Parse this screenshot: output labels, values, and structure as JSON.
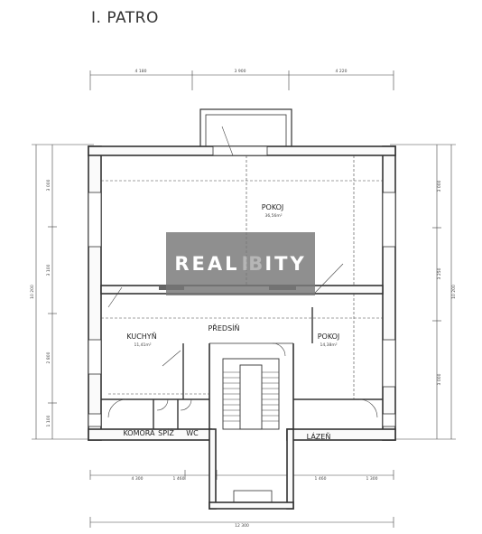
{
  "title": "I. PATRO",
  "watermark": {
    "left": "REAL",
    "mid": "IB",
    "right": "ITY"
  },
  "rooms": {
    "pokoj_top": {
      "name": "POKOJ",
      "area": "36,56m²"
    },
    "kuchyn": {
      "name": "KUCHYŇ",
      "area": "11,41m²"
    },
    "predsin": {
      "name": "PŘEDSÍŇ"
    },
    "pokoj_right": {
      "name": "POKOJ",
      "area": "14,38m²"
    },
    "komora": {
      "name": "KOMORA"
    },
    "spiz": {
      "name": "SPÍŽ"
    },
    "wc": {
      "name": "WC"
    },
    "lazen": {
      "name": "LÁZEŇ"
    }
  },
  "dimensions": {
    "top": [
      "4 180",
      "3 900",
      "4 220"
    ],
    "bottom_segments": [
      "4 300",
      "1 460",
      "1 460",
      "1 300"
    ],
    "bottom_total": "12 300",
    "left_outer": "10 200",
    "left_inner": [
      "3 000",
      "3 100",
      "2 800",
      "1 100"
    ],
    "right_outer": "10 200",
    "right_inner": [
      "3 000",
      "3 250",
      "3 000"
    ]
  }
}
